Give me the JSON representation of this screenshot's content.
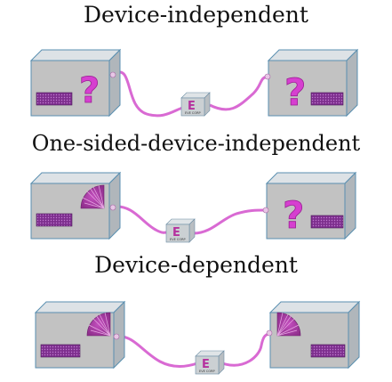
{
  "headings": {
    "device_independent": "Device-independent",
    "one_sided": "One-sided-device-independent",
    "device_dependent": "Device-dependent"
  },
  "eve_box": {
    "letter": "E",
    "caption": "EVE CORP"
  },
  "unknown_symbol": "?",
  "colors": {
    "box_front": "#c2c2c2",
    "box_top": "#dde2e6",
    "box_side": "#b0b6bb",
    "box_edge": "#5a8fb0",
    "cable": "#d96ad3",
    "display": "#7d2f8e",
    "question_mark": "#d63fd0"
  },
  "icons": [
    "question-mark-icon",
    "gear-icon",
    "display-icon",
    "eve-box-icon"
  ]
}
